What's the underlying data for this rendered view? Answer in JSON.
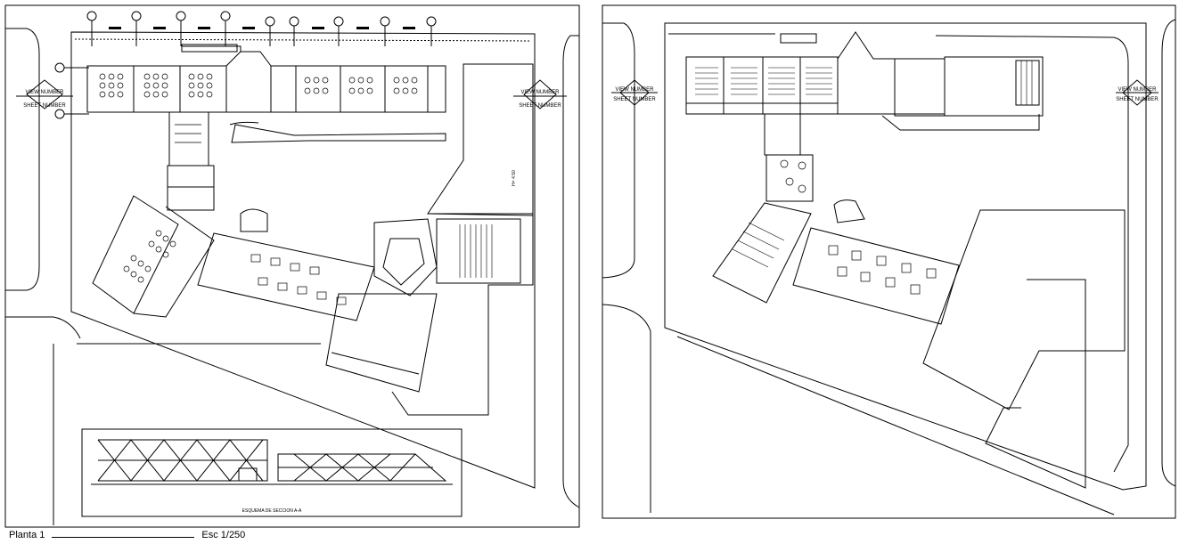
{
  "sheets": [
    {
      "id": "left",
      "view_markers": [
        {
          "top": "VIEW NUMBER",
          "bottom": "SHEET NUMBER"
        },
        {
          "top": "VIEW NUMBER",
          "bottom": "SHEET NUMBER"
        }
      ],
      "section_label": "ESQUEMA DE SECCION A-A",
      "dim_label": "H= 4.50"
    },
    {
      "id": "right",
      "view_markers": [
        {
          "top": "VIEW NUMBER",
          "bottom": "SHEET NUMBER"
        },
        {
          "top": "VIEW NUMBER",
          "bottom": "SHEET NUMBER"
        }
      ]
    }
  ],
  "caption": {
    "plan": "Planta 1",
    "scale": "Esc 1/250"
  },
  "colors": {
    "line": "#000000",
    "background": "#ffffff"
  }
}
